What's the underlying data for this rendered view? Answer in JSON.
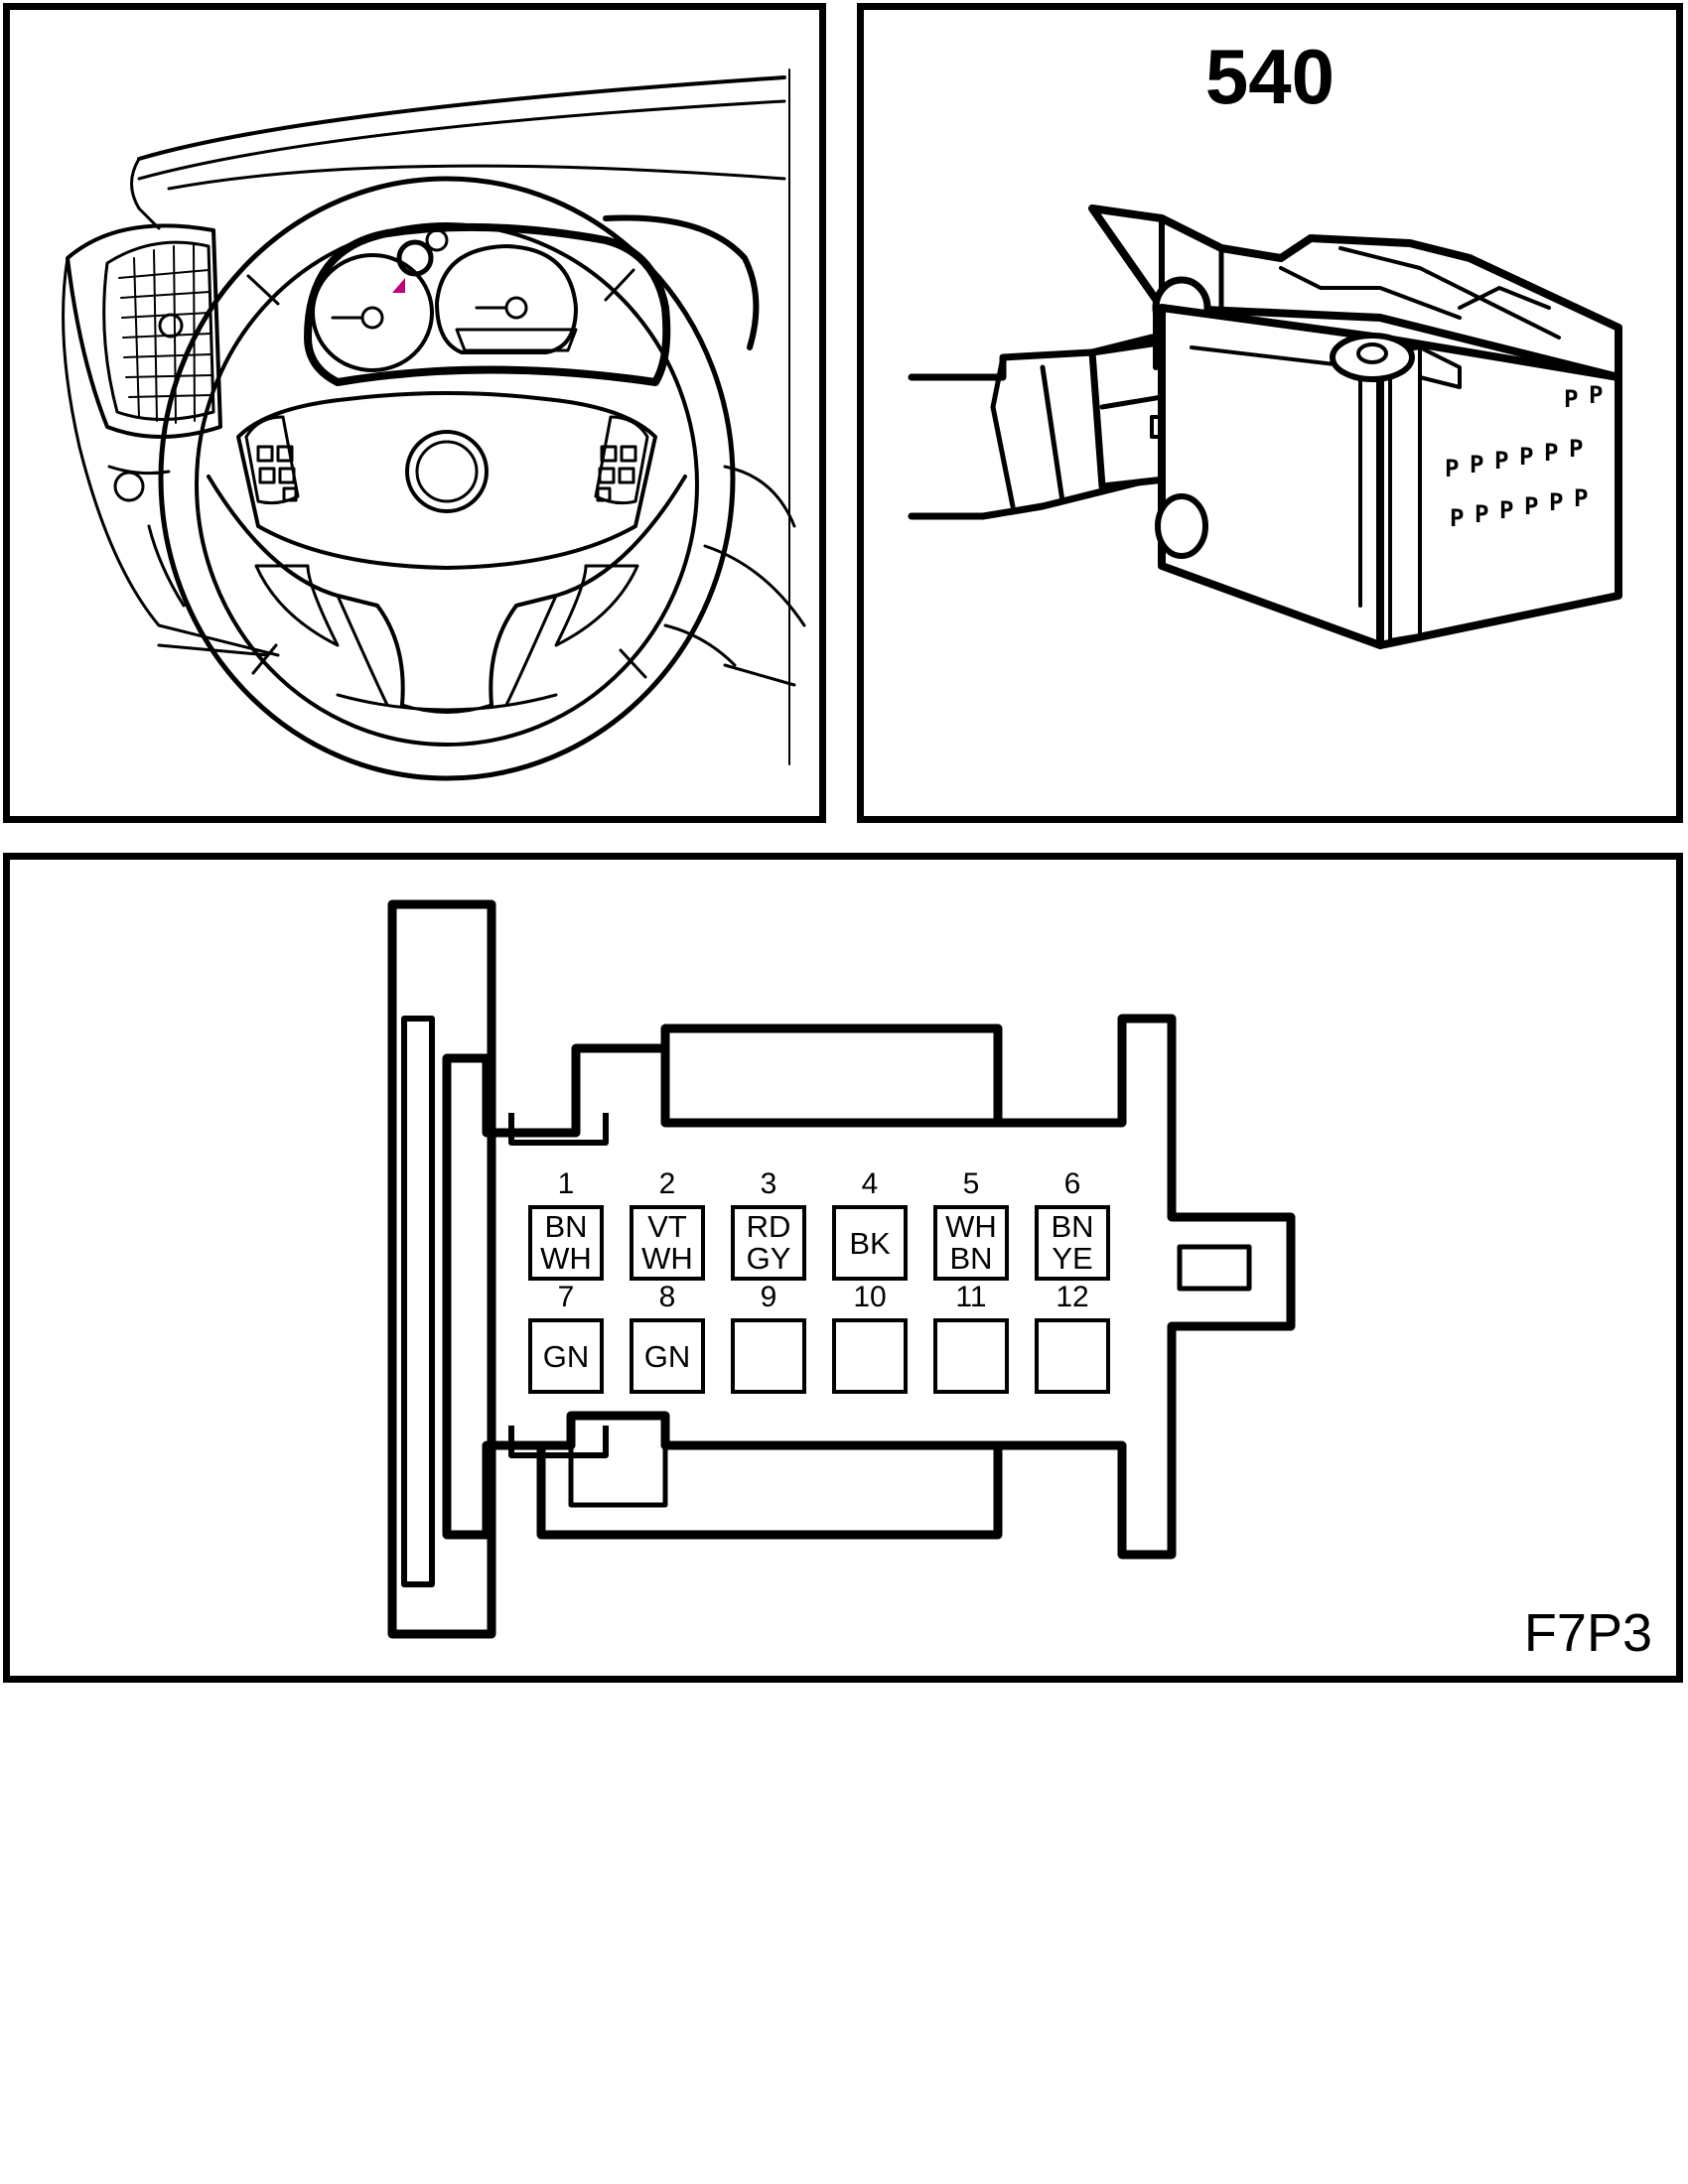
{
  "connector": {
    "number": "540",
    "figure_code": "F7P3"
  },
  "pins": [
    {
      "number": "1",
      "colors": [
        "BN",
        "WH"
      ]
    },
    {
      "number": "2",
      "colors": [
        "VT",
        "WH"
      ]
    },
    {
      "number": "3",
      "colors": [
        "RD",
        "GY"
      ]
    },
    {
      "number": "4",
      "colors": [
        "BK"
      ]
    },
    {
      "number": "5",
      "colors": [
        "WH",
        "BN"
      ]
    },
    {
      "number": "6",
      "colors": [
        "BN",
        "YE"
      ]
    },
    {
      "number": "7",
      "colors": [
        "GN"
      ]
    },
    {
      "number": "8",
      "colors": [
        "GN"
      ]
    },
    {
      "number": "9",
      "colors": []
    },
    {
      "number": "10",
      "colors": []
    },
    {
      "number": "11",
      "colors": []
    },
    {
      "number": "12",
      "colors": []
    }
  ],
  "accent_color": "#c0007a"
}
